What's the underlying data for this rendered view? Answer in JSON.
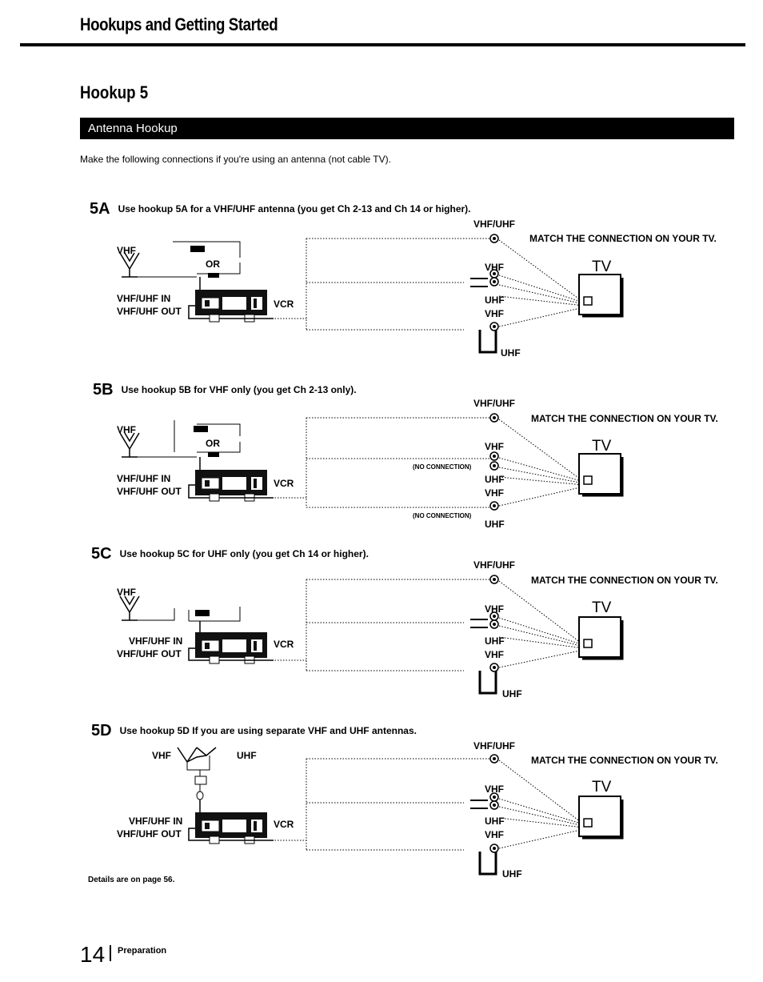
{
  "header": {
    "title": "Hookups and Getting Started"
  },
  "hookup_title": "Hookup 5",
  "section_bar": "Antenna Hookup",
  "intro": "Make the following connections if you're using an antenna (not cable TV).",
  "sections": [
    {
      "id": "5A",
      "text": "Use hookup 5A for a VHF/UHF antenna (you get Ch 2-13 and Ch 14 or higher)."
    },
    {
      "id": "5B",
      "text": "Use hookup 5B for VHF only (you get Ch 2-13 only)."
    },
    {
      "id": "5C",
      "text": "Use hookup 5C for UHF only (you get Ch 14 or higher)."
    },
    {
      "id": "5D",
      "text": "Use hookup 5D If you are using separate VHF and UHF antennas."
    }
  ],
  "labels": {
    "vhf": "VHF",
    "uhf": "UHF",
    "vhf_uhf": "VHF/UHF",
    "or": "OR",
    "vcr": "VCR",
    "in": "VHF/UHF IN",
    "out": "VHF/UHF OUT",
    "match": "MATCH THE CONNECTION ON YOUR TV.",
    "tv": "TV",
    "no_connection": "(NO CONNECTION)"
  },
  "footer_note": "Details are on page 56.",
  "page": {
    "number": "14",
    "section": "Preparation"
  }
}
